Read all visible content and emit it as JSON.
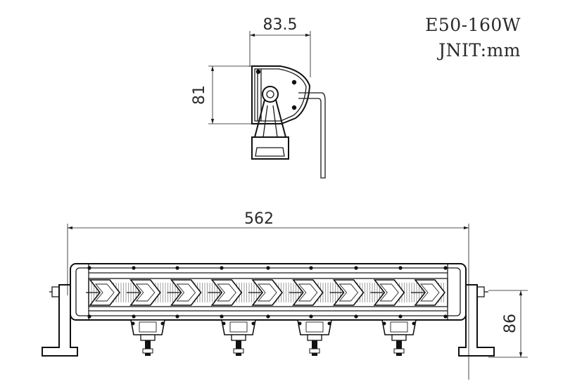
{
  "model": "E50-160W",
  "unit": "JNIT:mm",
  "dimensions": {
    "side_width": "83.5",
    "side_height": "81",
    "total_length": "562",
    "bracket_height": "86"
  },
  "diagram": {
    "views": [
      "side-view",
      "front-view"
    ],
    "led_chevron_count": 9,
    "mount_count": 4
  }
}
